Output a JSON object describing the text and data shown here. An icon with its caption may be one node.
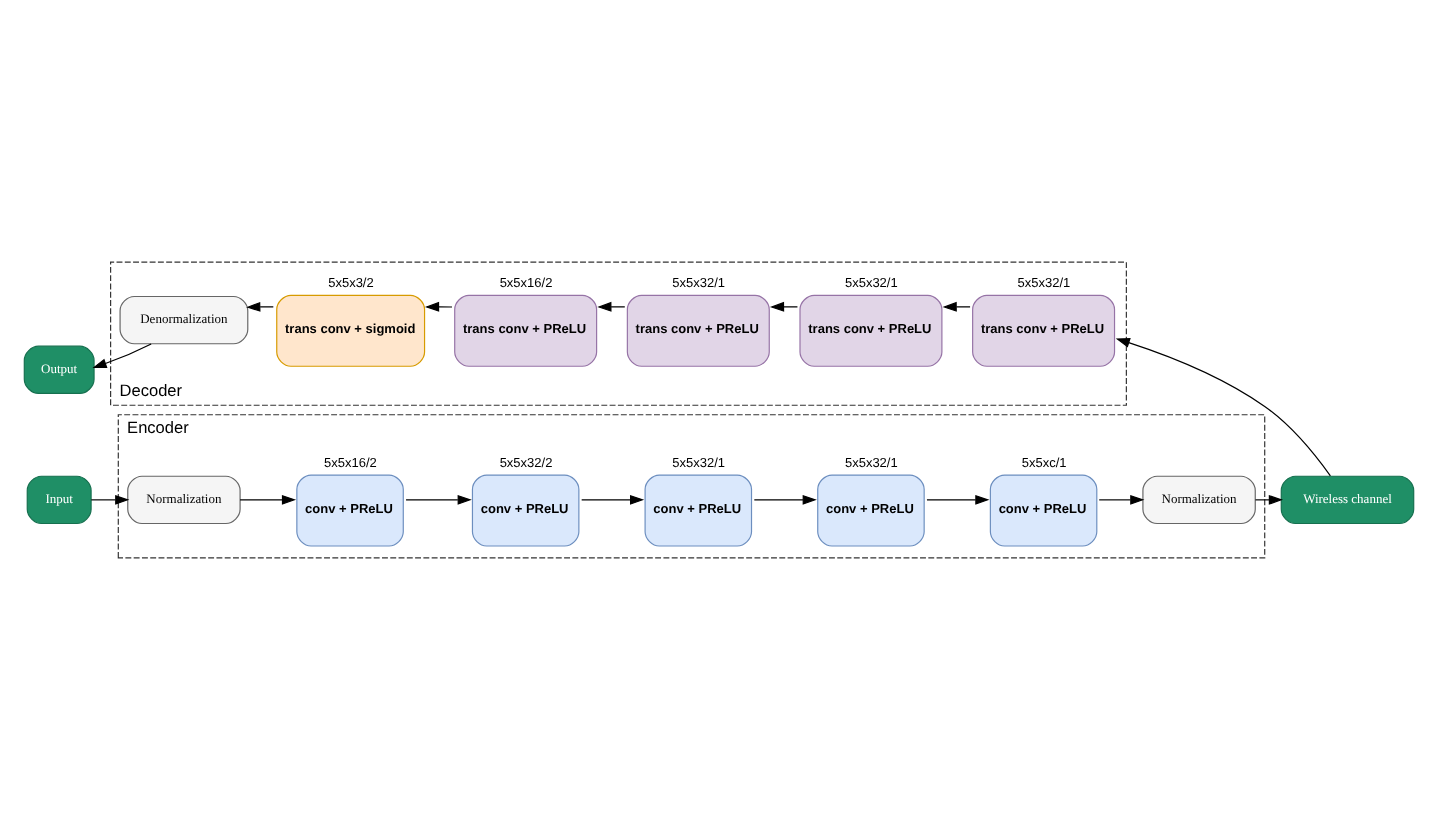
{
  "diagram": {
    "nodes": [
      {
        "text": [
          "Encoder"
        ]
      },
      {
        "text": [
          "Input"
        ]
      },
      {
        "text": [
          "Normalization"
        ],
        "in": 0
      },
      {
        "text": [
          "conv + PReLU"
        ],
        "beside": [
          "5x5x16/2"
        ],
        "in": 0
      },
      {
        "text": [
          "conv + PReLU"
        ],
        "beside": [
          "5x5x32/2"
        ],
        "in": 0
      },
      {
        "text": [
          "conv + PReLU"
        ],
        "beside": [
          "5x5x32/1"
        ],
        "in": 0
      },
      {
        "text": [
          "conv + PReLU"
        ],
        "beside": [
          "5x5x32/1"
        ],
        "in": 0
      },
      {
        "text": [
          "conv + PReLU"
        ],
        "beside": [
          "5x5xc/1"
        ],
        "in": 0
      },
      {
        "text": [
          "Normalization"
        ],
        "in": 0
      },
      {
        "text": [
          "Wireless channel"
        ]
      },
      {
        "text": [
          "Decoder"
        ]
      },
      {
        "text": [
          "Output"
        ]
      },
      {
        "text": [
          "Denormalization"
        ],
        "in": 10
      },
      {
        "text": [
          "trans conv + sigmoid"
        ],
        "beside": [
          "5x5x3/2"
        ],
        "in": 10
      },
      {
        "text": [
          "trans conv + PReLU"
        ],
        "beside": [
          "5x5x16/2"
        ],
        "in": 10
      },
      {
        "text": [
          "trans conv + PReLU"
        ],
        "beside": [
          "5x5x32/1"
        ],
        "in": 10
      },
      {
        "text": [
          "trans conv + PReLU"
        ],
        "beside": [
          "5x5x32/1"
        ],
        "in": 10
      },
      {
        "text": [
          "trans conv + PReLU"
        ],
        "beside": [
          "5x5x32/1"
        ],
        "in": 10
      }
    ],
    "edges": [
      {
        "from": 1,
        "to": 2,
        "arrow": "to"
      },
      {
        "from": 2,
        "to": 3,
        "arrow": "to"
      },
      {
        "from": 3,
        "to": 4,
        "arrow": "to"
      },
      {
        "from": 4,
        "to": 5,
        "arrow": "to"
      },
      {
        "from": 5,
        "to": 6,
        "arrow": "to"
      },
      {
        "from": 6,
        "to": 7,
        "arrow": "to"
      },
      {
        "from": 7,
        "to": 8,
        "arrow": "to"
      },
      {
        "from": 8,
        "to": 9,
        "arrow": "to"
      },
      {
        "from": 9,
        "to": 17,
        "arrow": "to"
      },
      {
        "from": 17,
        "to": 16,
        "arrow": "to"
      },
      {
        "from": 16,
        "to": 15,
        "arrow": "to"
      },
      {
        "from": 15,
        "to": 14,
        "arrow": "to"
      },
      {
        "from": 14,
        "to": 13,
        "arrow": "to"
      },
      {
        "from": 13,
        "to": 12,
        "arrow": "to"
      },
      {
        "from": 12,
        "to": 11,
        "arrow": "to"
      }
    ]
  }
}
